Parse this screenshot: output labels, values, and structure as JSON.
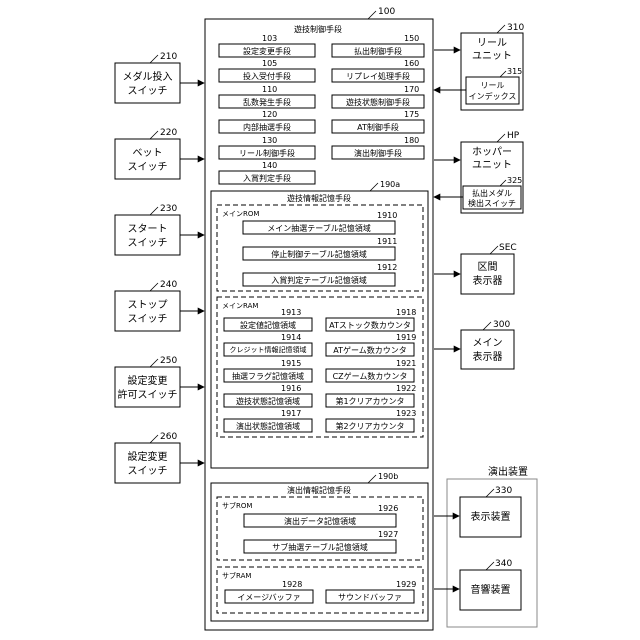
{
  "main_unit": {
    "ref": "100",
    "title": "遊技制御手段",
    "means": {
      "settings_change": {
        "label": "設定変更手段",
        "ref": "103"
      },
      "bet_accept": {
        "label": "投入受付手段",
        "ref": "105"
      },
      "rng": {
        "label": "乱数発生手段",
        "ref": "110"
      },
      "internal_lottery": {
        "label": "内部抽選手段",
        "ref": "120"
      },
      "reel_control": {
        "label": "リール制御手段",
        "ref": "130"
      },
      "win_judge": {
        "label": "入賞判定手段",
        "ref": "140"
      },
      "payout_control": {
        "label": "払出制御手段",
        "ref": "150"
      },
      "replay": {
        "label": "リプレイ処理手段",
        "ref": "160"
      },
      "game_state": {
        "label": "遊技状態制御手段",
        "ref": "170"
      },
      "at_control": {
        "label": "AT制御手段",
        "ref": "175"
      },
      "effect_control": {
        "label": "演出制御手段",
        "ref": "180"
      }
    },
    "storage": {
      "ref": "190a",
      "title": "遊技情報記憶手段",
      "rom": {
        "label": "メインROM",
        "areas": {
          "main_lottery_table": {
            "label": "メイン抽選テーブル記憶領域",
            "ref": "1910"
          },
          "stop_control_table": {
            "label": "停止制御テーブル記憶領域",
            "ref": "1911"
          },
          "win_judge_table": {
            "label": "入賞判定テーブル記憶領域",
            "ref": "1912"
          }
        }
      },
      "ram": {
        "label": "メインRAM",
        "areas": {
          "setting_value": {
            "label": "設定値記憶領域",
            "ref": "1913"
          },
          "credit_info": {
            "label": "クレジット情報記憶領域",
            "ref": "1914"
          },
          "lottery_flag": {
            "label": "抽選フラグ記憶領域",
            "ref": "1915"
          },
          "game_state_area": {
            "label": "遊技状態記憶領域",
            "ref": "1916"
          },
          "effect_state": {
            "label": "演出状態記憶領域",
            "ref": "1917"
          },
          "at_stock": {
            "label": "ATストック数カウンタ",
            "ref": "1918"
          },
          "at_game": {
            "label": "ATゲーム数カウンタ",
            "ref": "1919"
          },
          "cz_game": {
            "label": "CZゲーム数カウンタ",
            "ref": "1921"
          },
          "first_clear": {
            "label": "第1クリアカウンタ",
            "ref": "1922"
          },
          "second_clear": {
            "label": "第2クリアカウンタ",
            "ref": "1923"
          }
        }
      }
    }
  },
  "sub_unit": {
    "ref": "190b",
    "title": "演出情報記憶手段",
    "rom": {
      "label": "サブROM",
      "areas": {
        "effect_data": {
          "label": "演出データ記憶領域",
          "ref": "1926"
        },
        "sub_lottery_table": {
          "label": "サブ抽選テーブル記憶領域",
          "ref": "1927"
        }
      }
    },
    "ram": {
      "label": "サブRAM",
      "areas": {
        "image_buffer": {
          "label": "イメージバッファ",
          "ref": "1928"
        },
        "sound_buffer": {
          "label": "サウンドバッファ",
          "ref": "1929"
        }
      }
    }
  },
  "inputs": {
    "medal_switch": {
      "line1": "メダル投入",
      "line2": "スイッチ",
      "ref": "210"
    },
    "bet_switch": {
      "line1": "ベット",
      "line2": "スイッチ",
      "ref": "220"
    },
    "start_switch": {
      "line1": "スタート",
      "line2": "スイッチ",
      "ref": "230"
    },
    "stop_switch": {
      "line1": "ストップ",
      "line2": "スイッチ",
      "ref": "240"
    },
    "settings_permit_switch": {
      "line1": "設定変更",
      "line2": "許可スイッチ",
      "ref": "250"
    },
    "settings_change_switch": {
      "line1": "設定変更",
      "line2": "スイッチ",
      "ref": "260"
    }
  },
  "outputs": {
    "reel_unit": {
      "line1": "リール",
      "line2": "ユニット",
      "ref": "310"
    },
    "reel_index": {
      "line1": "リール",
      "line2": "インデックス",
      "ref": "315"
    },
    "hopper_unit": {
      "line1": "ホッパー",
      "line2": "ユニット",
      "ref": "HP"
    },
    "payout_sensor": {
      "line1": "払出メダル",
      "line2": "検出スイッチ",
      "ref": "325"
    },
    "section_display": {
      "line1": "区間",
      "line2": "表示器",
      "ref": "SEC"
    },
    "main_display": {
      "line1": "メイン",
      "line2": "表示器",
      "ref": "300"
    },
    "effect_device": {
      "title": "演出装置",
      "display": {
        "label": "表示装置",
        "ref": "330"
      },
      "sound": {
        "label": "音響装置",
        "ref": "340"
      }
    }
  }
}
